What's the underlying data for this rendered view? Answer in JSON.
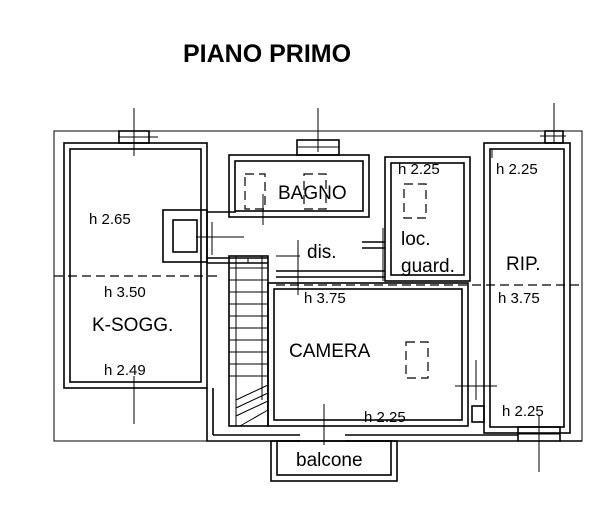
{
  "title": "PIANO PRIMO",
  "rooms": {
    "bagno": "BAGNO",
    "dis": "dis.",
    "loc": "loc.",
    "guard": "guard.",
    "rip": "RIP.",
    "ksogg": "K-SOGG.",
    "camera": "CAMERA",
    "balcone": "balcone"
  },
  "heights": {
    "ksogg_top": "h 2.65",
    "ksogg_mid": "h 3.50",
    "ksogg_bottom": "h 2.49",
    "loc_guard": "h 2.25",
    "rip_top": "h 2.25",
    "camera_top": "h 3.75",
    "rip_mid": "h 3.75",
    "camera_bottom": "h 2.25",
    "rip_bottom": "h 2.25"
  }
}
